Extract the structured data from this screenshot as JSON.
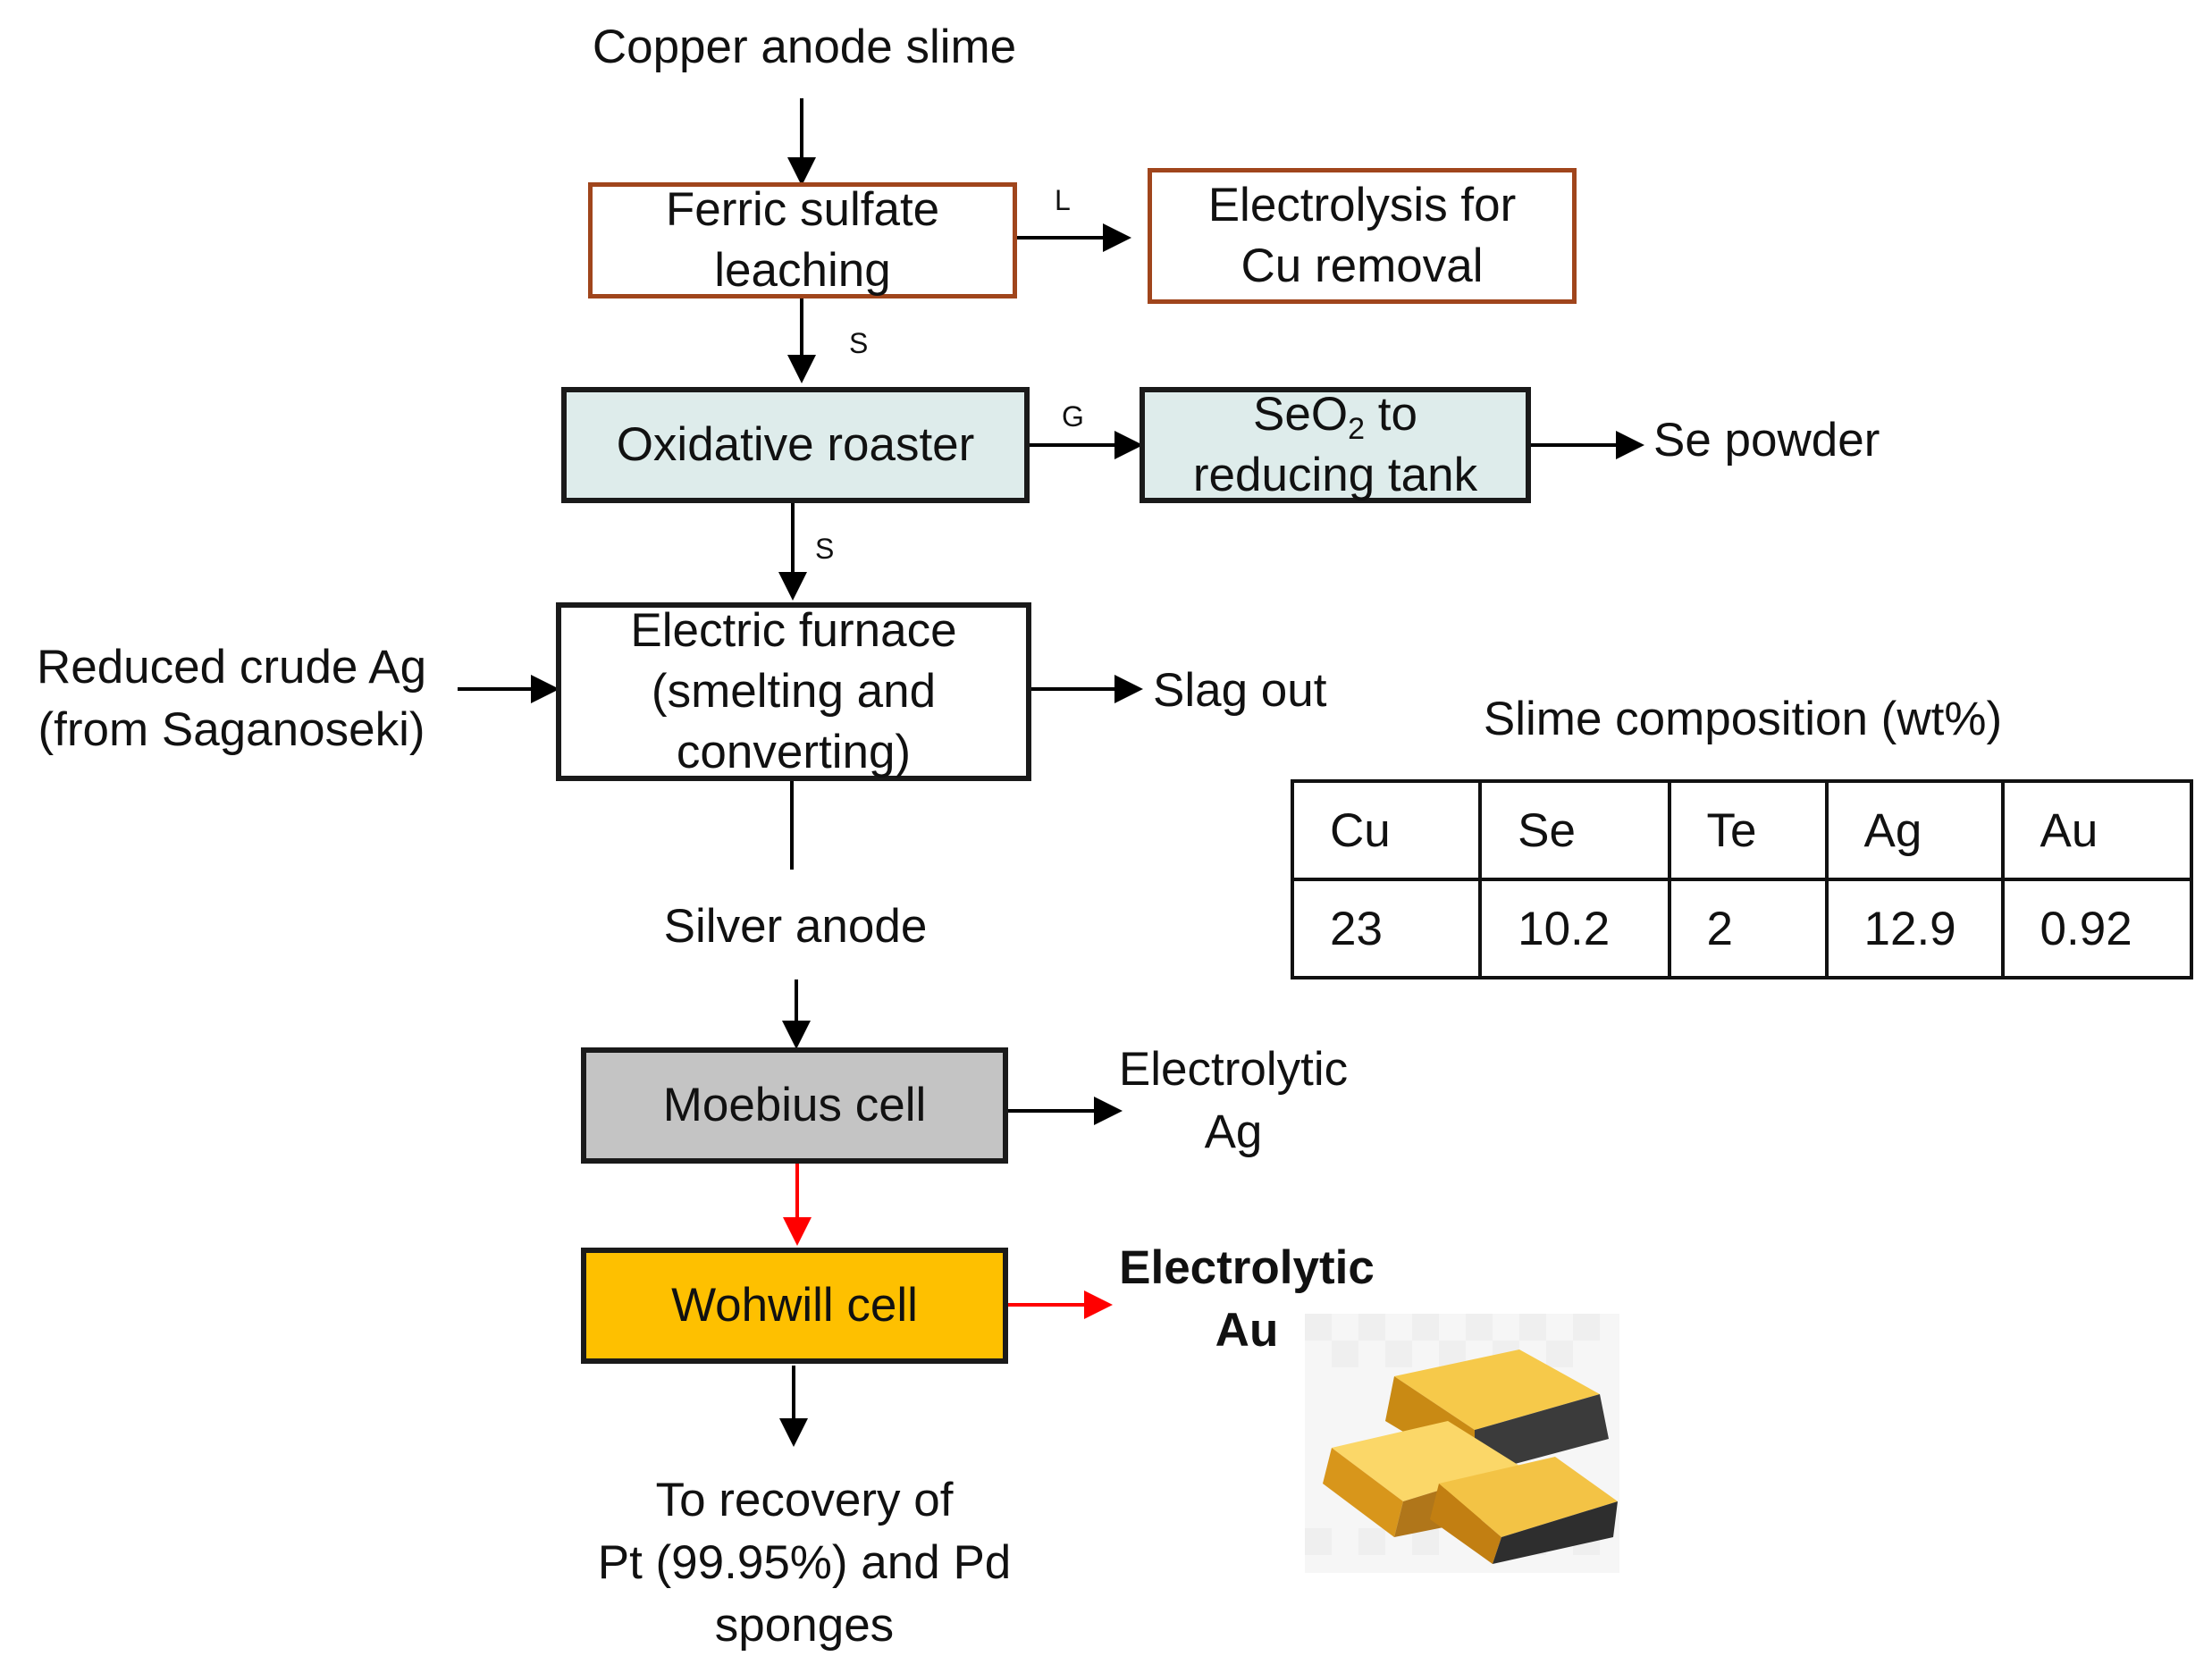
{
  "nodes": {
    "start": "Copper anode slime",
    "ferric_line1": "Ferric sulfate",
    "ferric_line2": "leaching",
    "electrolysis_line1": "Electrolysis for",
    "electrolysis_line2": "Cu removal",
    "roaster": "Oxidative roaster",
    "seo2_line1_prefix": "SeO",
    "seo2_line1_sub": "2",
    "seo2_line1_suffix": " to",
    "seo2_line2": "reducing tank",
    "se_powder": "Se powder",
    "crude_line1": "Reduced crude Ag",
    "crude_line2": "(from Saganoseki)",
    "furnace_line1": "Electric furnace",
    "furnace_line2": "(smelting and",
    "furnace_line3": "converting)",
    "slag": "Slag out",
    "silver_anode": "Silver anode",
    "moebius": "Moebius cell",
    "elec_ag_line1": "Electrolytic",
    "elec_ag_line2": "Ag",
    "wohwill": "Wohwill cell",
    "elec_au_line1": "Electrolytic",
    "elec_au_line2": "Au",
    "recovery_line1": "To recovery of",
    "recovery_line2": "Pt (99.95%) and Pd",
    "recovery_line3": "sponges"
  },
  "edge_labels": {
    "liquid": "L",
    "solid_1": "S",
    "gas": "G",
    "solid_2": "S"
  },
  "composition": {
    "title": "Slime composition (wt%)",
    "headers": [
      "Cu",
      "Se",
      "Te",
      "Ag",
      "Au"
    ],
    "values": [
      "23",
      "10.2",
      "2",
      "12.9",
      "0.92"
    ]
  },
  "colors": {
    "brown_border": "#a0451c",
    "roaster_fill": "#deeceb",
    "moebius_fill": "#c4c4c4",
    "wohwill_fill": "#fec000",
    "red_arrow": "#ff0000",
    "black_arrow": "#000000"
  },
  "icons": {
    "gold_bars": "gold-bars-icon"
  }
}
